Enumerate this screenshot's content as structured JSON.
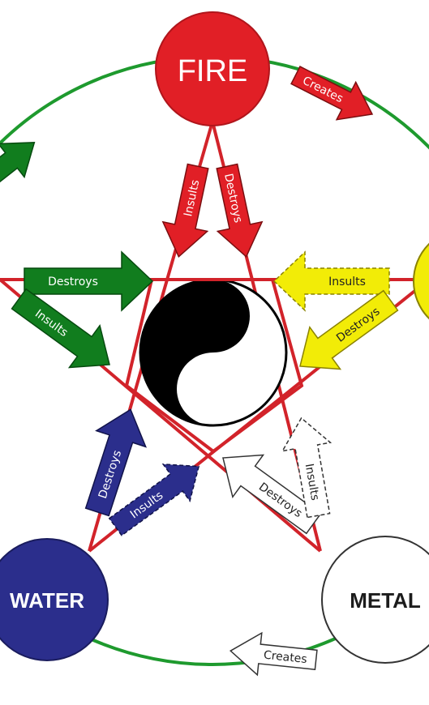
{
  "elements": {
    "fire": "FIRE",
    "water": "WATER",
    "metal": "METAL"
  },
  "arrows": {
    "creates": "Creates",
    "destroys": "Destroys",
    "insults": "Insults"
  },
  "colors": {
    "fire": "#e11f26",
    "water": "#2b2e8c",
    "metal": "#ffffff",
    "wood": "#117d1e",
    "earth": "#f2ec07",
    "cycle_ring": "#1e9a2e",
    "star_lines": "#d2232a",
    "yin": "#000000",
    "yang": "#ffffff"
  }
}
